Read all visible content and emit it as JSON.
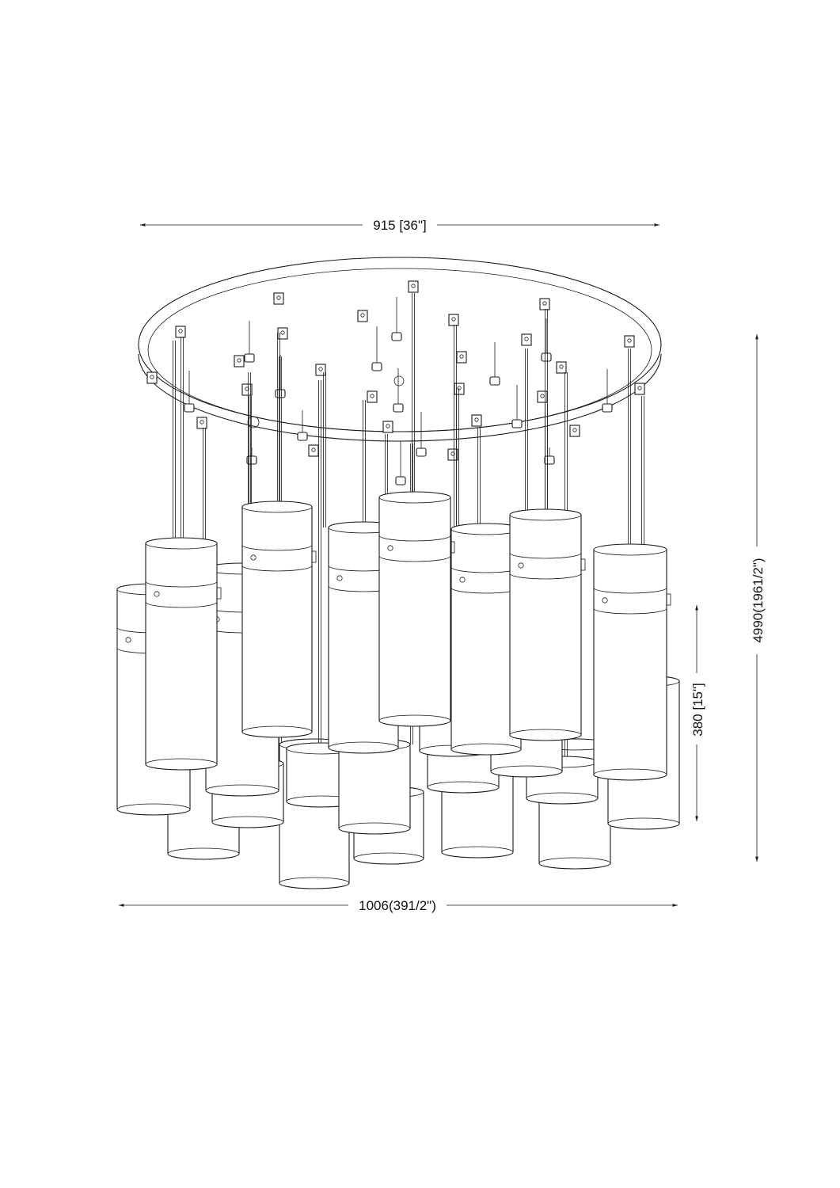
{
  "dimensions": {
    "canopy_width": "915 [36\"]",
    "overall_width": "1006(391/2\")",
    "overall_height": "4990(1961/2\")",
    "shade_height": "380 [15\"]"
  },
  "colors": {
    "line": "#1a1a1a",
    "background": "#ffffff"
  }
}
